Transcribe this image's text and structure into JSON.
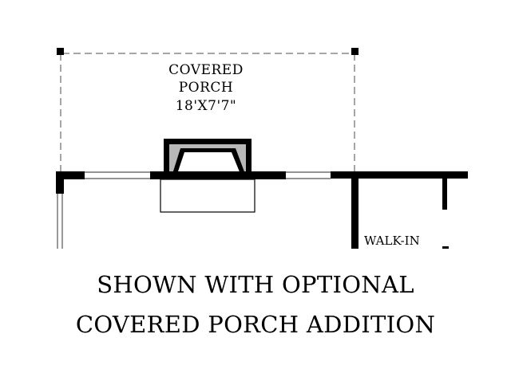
{
  "porch": {
    "name_line_1": "COVERED",
    "name_line_2": "PORCH",
    "dimensions": "18'X7'7\""
  },
  "walk_in": {
    "label": "WALK-IN"
  },
  "caption": {
    "line_1": "SHOWN WITH OPTIONAL",
    "line_2": "COVERED PORCH ADDITION"
  },
  "colors": {
    "wall": "#000000",
    "fireplace_fill": "#b8b8b8",
    "dashed_outline": "#888888",
    "thin_line": "#555555",
    "background": "#ffffff"
  }
}
